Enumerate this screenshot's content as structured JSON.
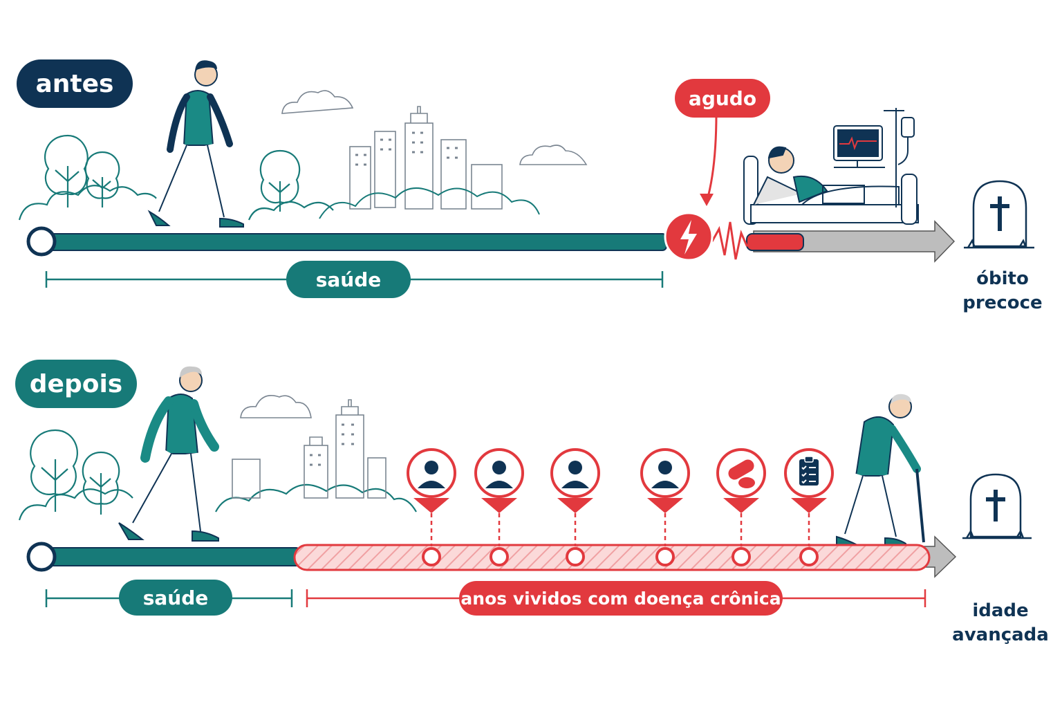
{
  "colors": {
    "navy": "#0f3354",
    "teal": "#177a78",
    "red": "#e2393e",
    "gray": "#bdbdbd"
  },
  "before": {
    "badge": "antes",
    "health_label": "saúde",
    "acute_label": "agudo",
    "end_label_line1": "óbito",
    "end_label_line2": "precoce"
  },
  "after": {
    "badge": "depois",
    "health_label": "saúde",
    "chronic_label": "anos vividos com doença crônica",
    "end_label_line1": "idade",
    "end_label_line2": "avançada",
    "event_icons": [
      "doctor-icon",
      "doctor-icon",
      "doctor-icon",
      "doctor-icon",
      "pill-icon",
      "clipboard-icon"
    ]
  }
}
